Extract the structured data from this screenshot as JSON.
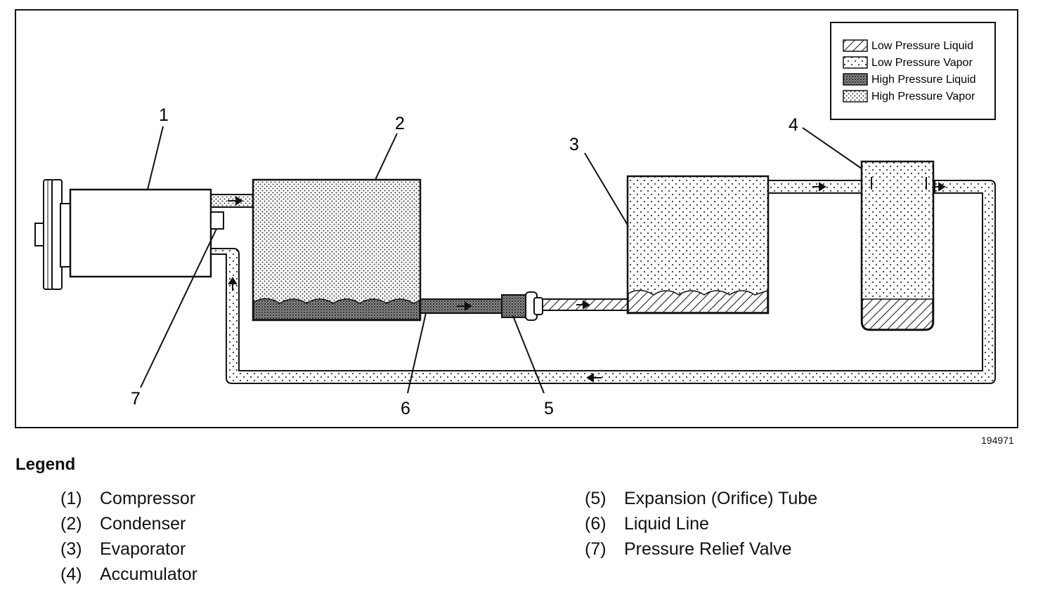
{
  "key": {
    "items": [
      {
        "label": "Low Pressure Liquid",
        "pattern": "hatch"
      },
      {
        "label": "Low Pressure Vapor",
        "pattern": "sparse-dots"
      },
      {
        "label": "High Pressure Liquid",
        "pattern": "dense-dots"
      },
      {
        "label": "High Pressure Vapor",
        "pattern": "medium-dots"
      }
    ]
  },
  "callouts": {
    "n1": "1",
    "n2": "2",
    "n3": "3",
    "n4": "4",
    "n5": "5",
    "n6": "6",
    "n7": "7"
  },
  "figure_id": "194971",
  "legend": {
    "title": "Legend",
    "left": [
      {
        "num": "(1)",
        "label": "Compressor"
      },
      {
        "num": "(2)",
        "label": "Condenser"
      },
      {
        "num": "(3)",
        "label": "Evaporator"
      },
      {
        "num": "(4)",
        "label": "Accumulator"
      }
    ],
    "right": [
      {
        "num": "(5)",
        "label": "Expansion (Orifice) Tube"
      },
      {
        "num": "(6)",
        "label": "Liquid Line"
      },
      {
        "num": "(7)",
        "label": "Pressure Relief Valve"
      }
    ]
  }
}
